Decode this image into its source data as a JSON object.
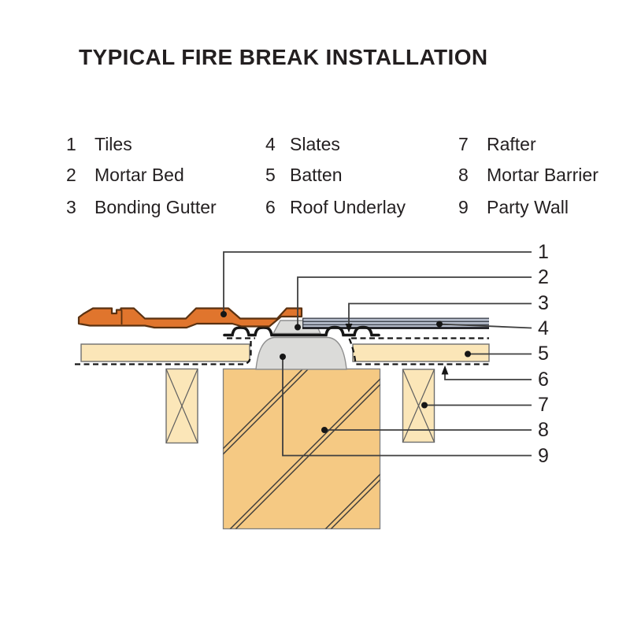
{
  "title": "TYPICAL FIRE BREAK INSTALLATION",
  "legend": {
    "items": [
      {
        "num": "1",
        "label": "Tiles"
      },
      {
        "num": "2",
        "label": "Mortar Bed"
      },
      {
        "num": "3",
        "label": "Bonding Gutter"
      },
      {
        "num": "4",
        "label": "Slates"
      },
      {
        "num": "5",
        "label": "Batten"
      },
      {
        "num": "6",
        "label": "Roof Underlay"
      },
      {
        "num": "7",
        "label": "Rafter"
      },
      {
        "num": "8",
        "label": "Mortar Barrier"
      },
      {
        "num": "9",
        "label": "Party Wall"
      }
    ]
  },
  "diagram": {
    "callouts": [
      "1",
      "2",
      "3",
      "4",
      "5",
      "6",
      "7",
      "8",
      "9"
    ]
  },
  "colors": {
    "c-tile": "#E0752D",
    "c-tileline": "#5A3110",
    "c-wood": "#FBE6B8",
    "c-wall": "#F5C983",
    "c-mortar": "#DBDBD9",
    "c-slate": "#B5BCCB",
    "c-ink": "#161616",
    "c-leader": "#3F3F3F",
    "c-text": "#231F20"
  }
}
